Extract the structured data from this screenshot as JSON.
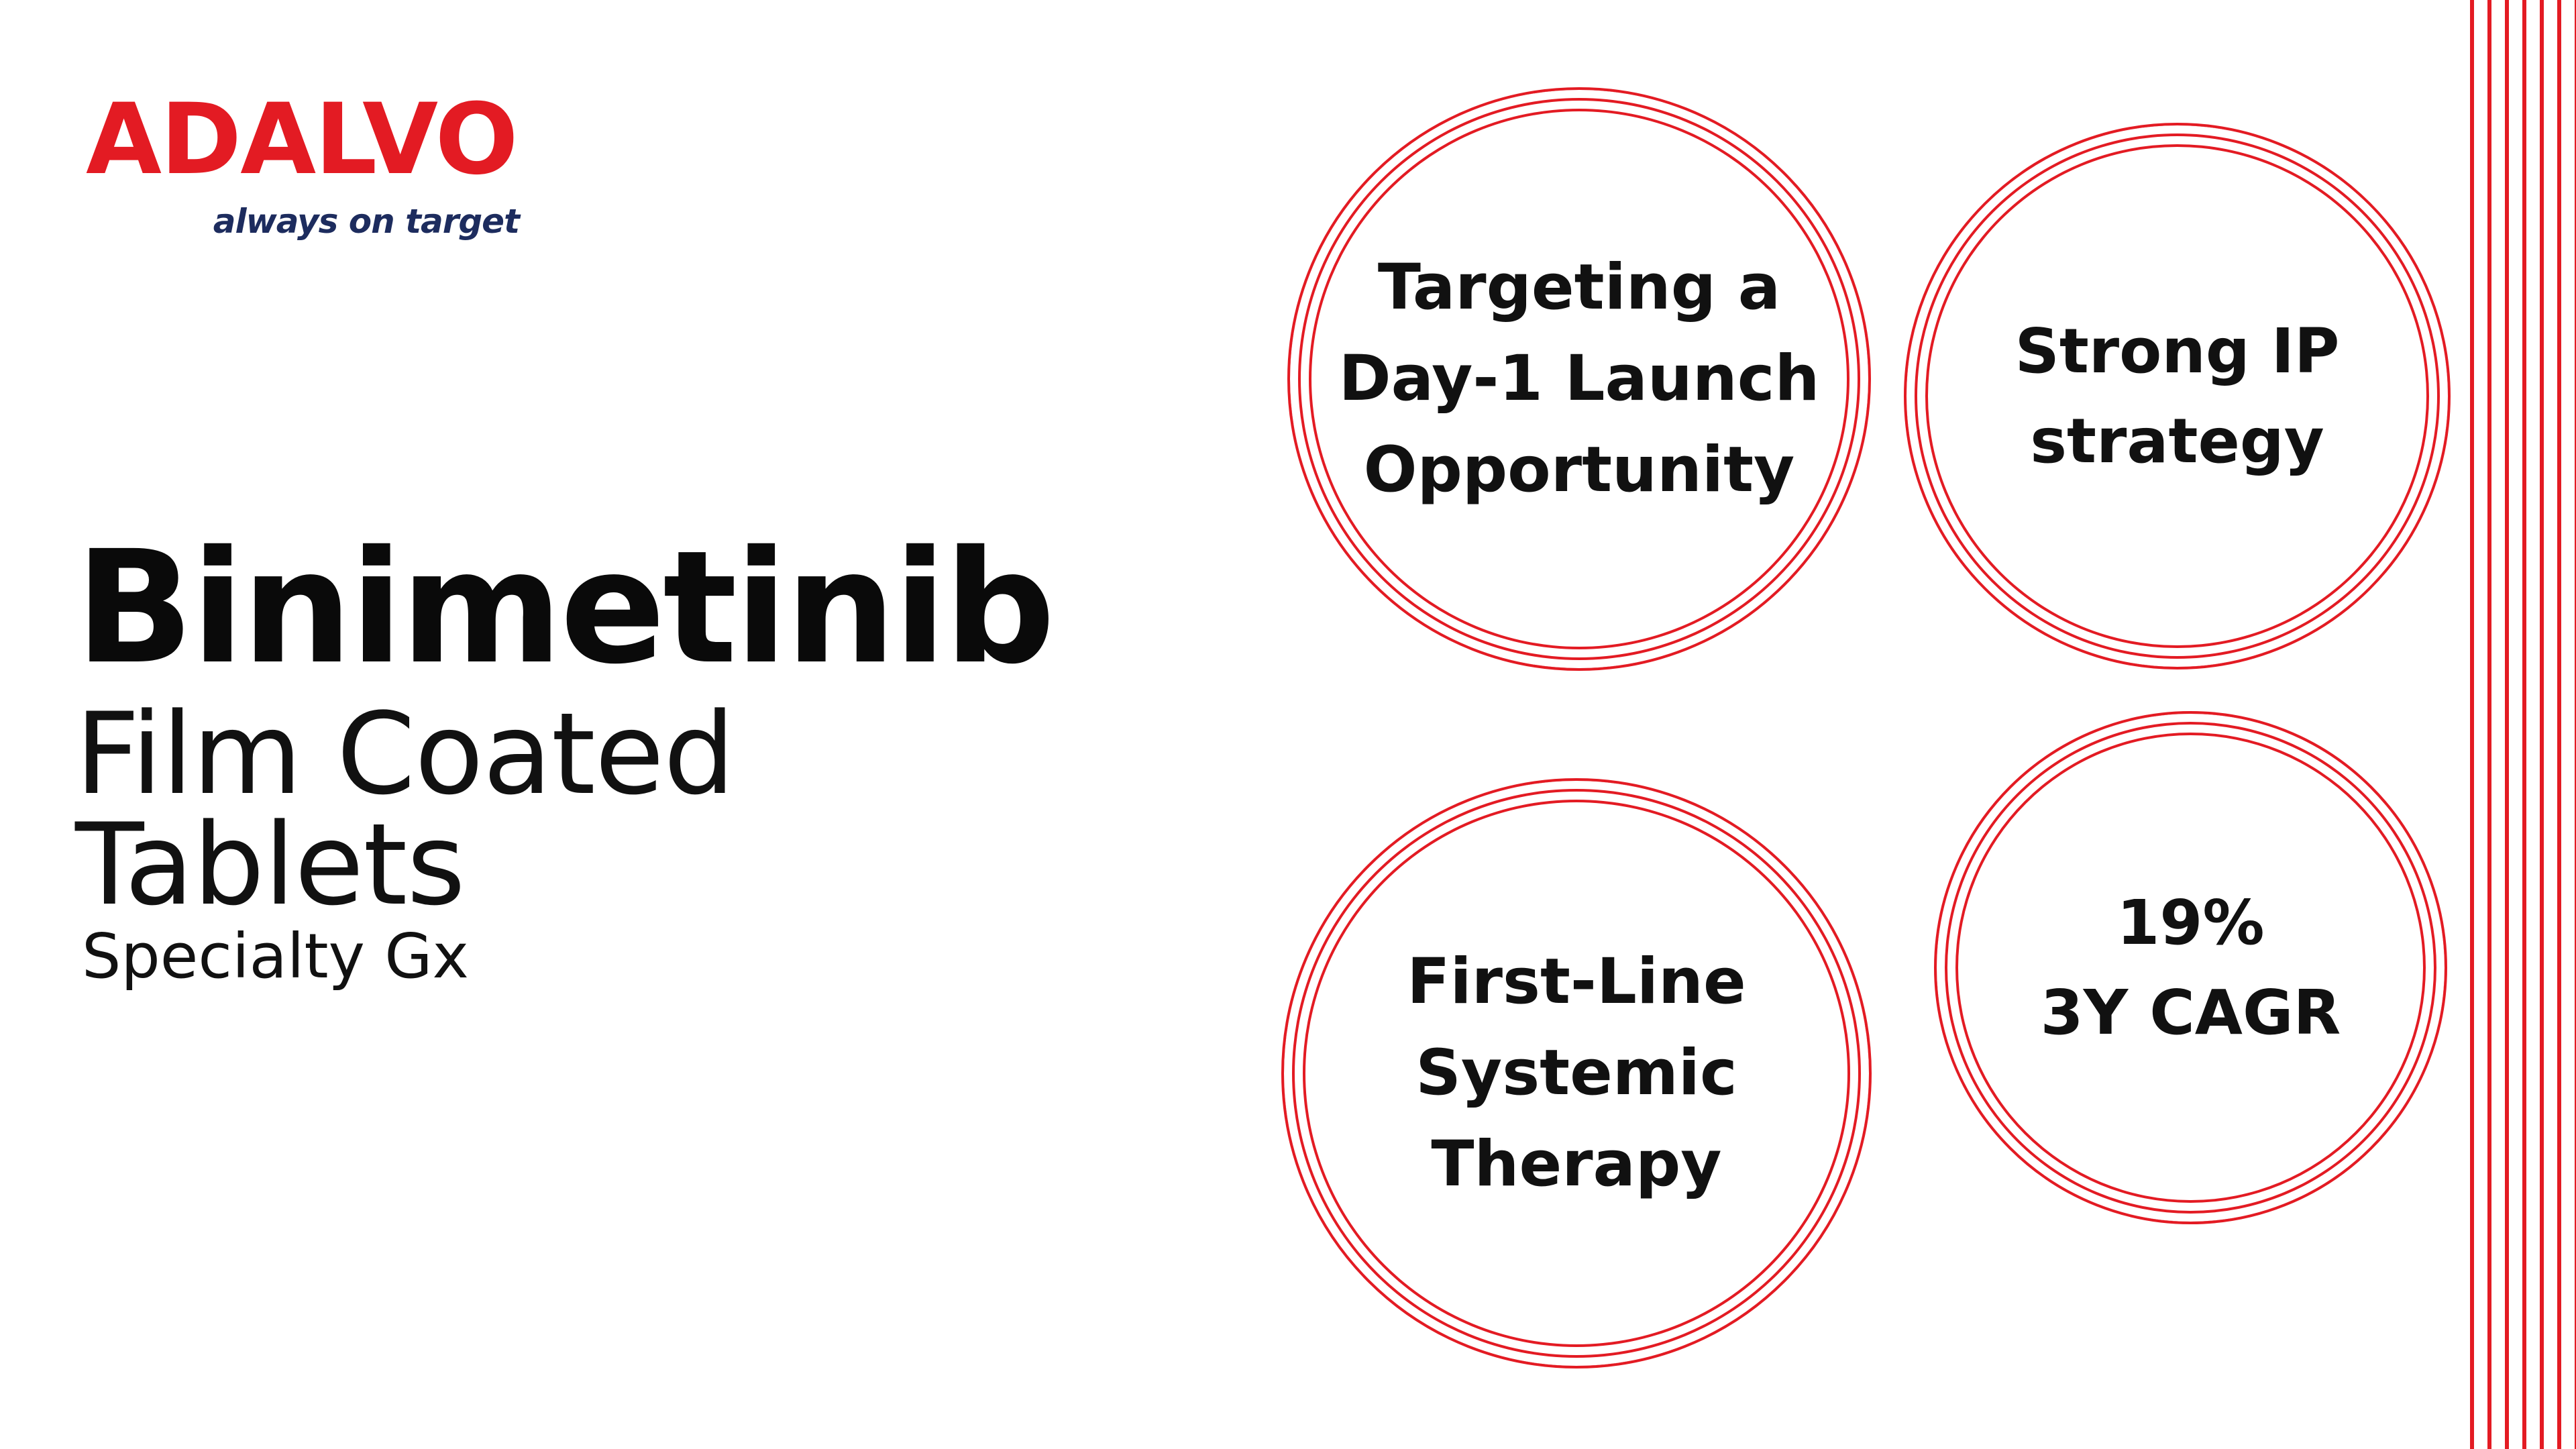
{
  "brand": {
    "logo_text": "ADALVO",
    "tagline": "always on target",
    "color": "#e31b23",
    "tagline_color": "#1d2c5e"
  },
  "product": {
    "name": "Binimetinib",
    "form_line1": "Film Coated",
    "form_line2": "Tablets",
    "category": "Specialty Gx"
  },
  "highlights": [
    {
      "text": "Targeting a\nDay-1 Launch\nOpportunity"
    },
    {
      "text": "Strong IP\nstrategy"
    },
    {
      "text": "First-Line\nSystemic\nTherapy"
    },
    {
      "text": "19%\n3Y CAGR"
    }
  ]
}
